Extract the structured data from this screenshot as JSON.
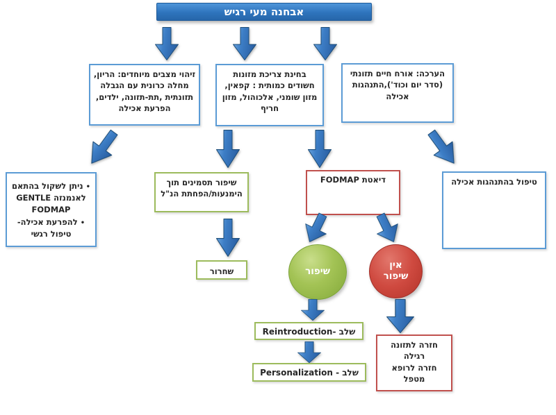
{
  "title": "אבחנה מעי רגיש",
  "boxes": {
    "identify": "זיהוי מצבים מיוחדים: הריון, מחלה כרונית עם הגבלה תזונתית ,תת-תזונה, ילדים, הפרעת אכילה",
    "examine": "בחינת צריכת מזונות חשודים כמותית : קפאין, מזון שומני, אלכוהול, מזון חריף",
    "assess": "הערכה: אורח חיים תזונתי (סדר יום וכוד'),התנהגות אכילה",
    "consider": {
      "bullet_char": "•",
      "items": [
        "ניתן לשקול בהתאם לאנמנזה GENTLE FODMAP",
        "להפרעת אכילה- טיפול רגשי"
      ]
    },
    "symptom_improvement": "שיפור תסמינים תוך הימנעות/הפחתת הנ\"ל",
    "fodmap_diet": "דיאטת FODMAP",
    "behavior_treatment": "טיפול בהתנהגות אכילה",
    "release": "שחרור",
    "reintroduction": "שלב -Reintroduction",
    "personalization": "שלב - Personalization",
    "return_to_doctor": {
      "lines": [
        "חזרה לתזונה",
        "רגילה",
        "חזרה לרופא",
        "מטפל"
      ]
    }
  },
  "circles": {
    "improvement": "שיפור",
    "no_improvement": "אין שיפור"
  },
  "colors": {
    "title_fill": "#2E74BD",
    "arrow_fill": "#3D7EC6",
    "blue_border": "#5B9BD5",
    "green_border": "#9CBB5C",
    "red_border": "#C0504D",
    "green_circle": "#9BBF4E",
    "red_circle": "#CF4A40",
    "text": "#262626"
  }
}
